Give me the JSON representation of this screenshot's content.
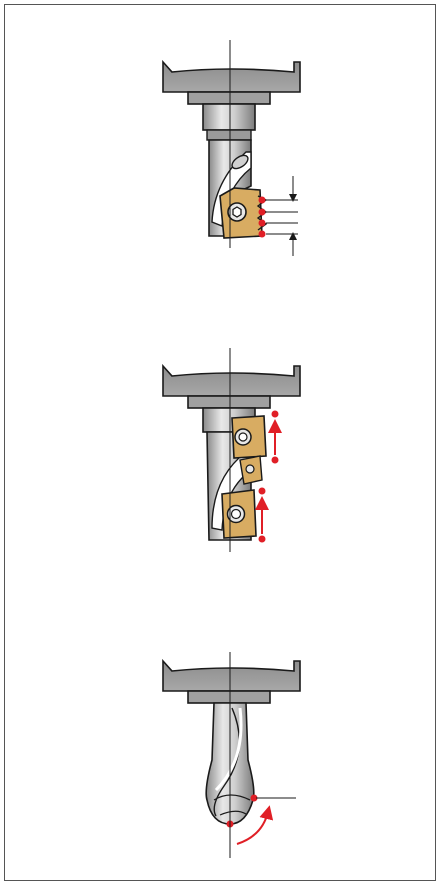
{
  "figure": {
    "panels": [
      {
        "name": "indexable-insert-end-mill-top"
      },
      {
        "name": "indexable-insert-end-mill-middle"
      },
      {
        "name": "ball-nose-end-mill-bottom"
      }
    ]
  },
  "colors": {
    "background": "#ffffff",
    "frame": "#555555",
    "spindle": "#9a9a9a",
    "spindle_light": "#c8c8c8",
    "spindle_dark": "#6e6e6e",
    "tool_body": "#b8b8b8",
    "tool_highlight": "#f4f4f4",
    "insert": "#d8ac62",
    "insert_dark": "#b98a3e",
    "marker": "#e01f26",
    "outline": "#1a1a1a"
  },
  "icons": [
    "spindle-icon",
    "end-mill-icon",
    "insert-icon",
    "screw-icon",
    "arrow-icon",
    "ball-nose-icon"
  ]
}
